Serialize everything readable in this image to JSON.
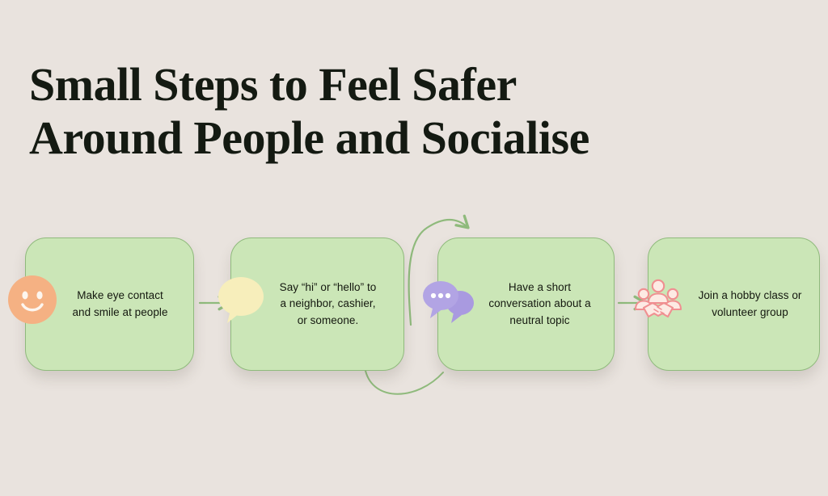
{
  "page": {
    "background_color": "#e9e3de",
    "title": "Small Steps to Feel Safer\nAround People and Socialise"
  },
  "theme": {
    "card_fill": "#cbe6b7",
    "card_border": "#8fba7c",
    "connector_color": "#8fba7c",
    "text_color": "#14180f",
    "icon_smiley_color": "#f5b183",
    "icon_bubble_color": "#f7eebb",
    "icon_chats_color": "#b0a2e0",
    "icon_people_color": "#f08f91"
  },
  "flow": {
    "steps": [
      {
        "id": "step-1",
        "label": "Make eye contact\nand smile at people",
        "icon": "smiley-face-icon"
      },
      {
        "id": "step-2",
        "label": "Say “hi” or “hello” to\na neighbor, cashier,\nor someone.",
        "icon": "speech-bubble-icon"
      },
      {
        "id": "step-3",
        "label": "Have a short\nconversation about a\nneutral topic",
        "icon": "chat-bubbles-icon"
      },
      {
        "id": "step-4",
        "label": "Join a hobby class or\nvolunteer group",
        "icon": "people-handshake-icon"
      }
    ],
    "connectors": [
      {
        "id": "arrow-step1-step2",
        "type": "straight-arrow-right"
      },
      {
        "id": "arrow-step2-step3-top",
        "type": "curved-arrow-up-right"
      },
      {
        "id": "curve-step2-step3-bottom",
        "type": "curved-line-bottom"
      },
      {
        "id": "arrow-step3-step4",
        "type": "straight-arrow-right"
      }
    ]
  }
}
